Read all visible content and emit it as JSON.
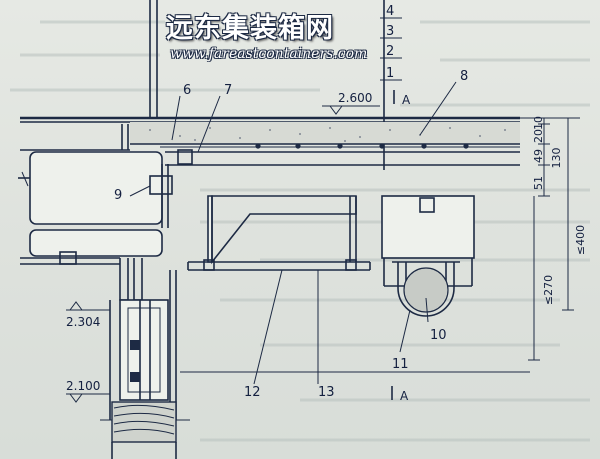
{
  "watermark": {
    "brand": "远东集装箱网",
    "url": "www.fareastcontainers.com"
  },
  "diagram": {
    "callouts": [
      "6",
      "7",
      "8",
      "9",
      "10",
      "11",
      "12",
      "13"
    ],
    "layer_numbers": [
      "4",
      "3",
      "2",
      "1"
    ],
    "levels": [
      "2.600",
      "2.304",
      "2.100"
    ],
    "section_marks": [
      "A",
      "A"
    ],
    "dimensions": [
      "10",
      "20",
      "49",
      "130",
      "51",
      "≤400",
      "≤270"
    ]
  }
}
